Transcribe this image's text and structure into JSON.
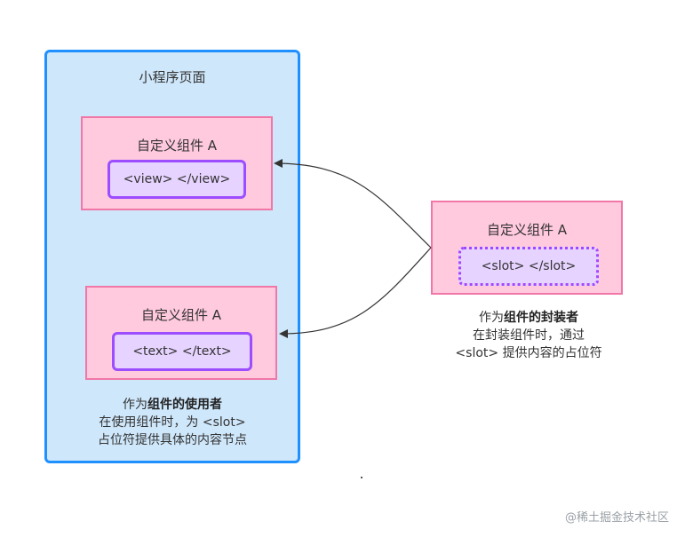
{
  "mini_program_page": {
    "title": "小程序页面",
    "component_view": {
      "title": "自定义组件 A",
      "content": "<view> </view>"
    },
    "component_text": {
      "title": "自定义组件 A",
      "content": "<text> </text>"
    },
    "caption": {
      "line1_prefix": "作为",
      "line1_bold": "组件的使用者",
      "line2": "在使用组件时，为 <slot>",
      "line3": "占位符提供具体的内容节点"
    }
  },
  "component_definition": {
    "title": "自定义组件 A",
    "content": "<slot> </slot>",
    "caption": {
      "line1_prefix": "作为",
      "line1_bold": "组件的封装者",
      "line2": "在封装组件时，通过",
      "line3": "<slot> 提供内容的占位符"
    }
  },
  "watermark": "@稀土掘金技术社区"
}
